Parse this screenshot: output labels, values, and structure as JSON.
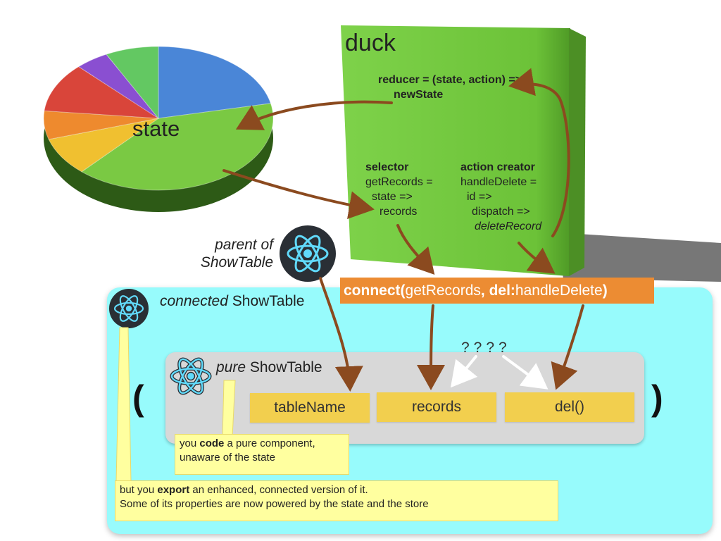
{
  "pie": {
    "label": "state"
  },
  "duck": {
    "title": "duck",
    "reducer_line1": "reducer = (state, action) =>",
    "reducer_line2": "newState",
    "selector_title": "selector",
    "selector_lines": [
      "getRecords =",
      "state =>",
      "records"
    ],
    "action_title": "action creator",
    "action_lines": [
      "handleDelete =",
      "id =>",
      "dispatch =>",
      "deleteRecord"
    ]
  },
  "parent": {
    "line1": "parent of",
    "line2": "ShowTable"
  },
  "connect": {
    "fn": "connect(",
    "arg1": "getRecords",
    "sep": ", del:",
    "arg2": " handleDelete",
    "close": ")"
  },
  "connected": {
    "prefix": "connected",
    "name": " ShowTable"
  },
  "pure": {
    "prefix": "pure",
    "name": " ShowTable"
  },
  "question": "????",
  "props": {
    "table_name": "tableName",
    "records": "records",
    "del": "del()"
  },
  "parens": {
    "open": "(",
    "close": ")"
  },
  "note_code": {
    "pre": "you ",
    "bold": "code",
    "post": " a pure component,",
    "line2": "unaware of the state"
  },
  "note_export": {
    "pre": "but you ",
    "bold": "export",
    "post": " an enhanced, connected version of it.",
    "line2": "Some of its properties are now powered by the state and the store"
  },
  "colors": {
    "pie": [
      "#4a86d7",
      "#7ac943",
      "#f0c030",
      "#ee8a2e",
      "#d9453a",
      "#8a4fd1",
      "#63c862"
    ],
    "duck_green": "#72c93a",
    "arrow": "#8b4a1f",
    "connected_bg": "#97fbfc",
    "prop_bg": "#f2cf4e",
    "connect_bg": "#ec8c33",
    "note_bg": "#ffff9f"
  }
}
